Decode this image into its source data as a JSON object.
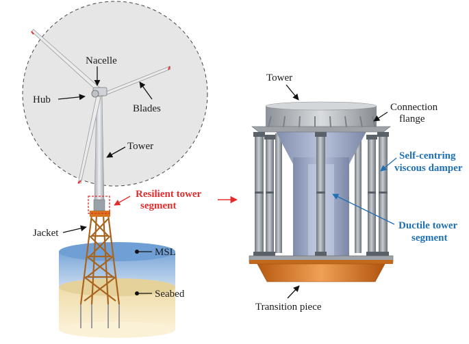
{
  "labels": {
    "nacelle": "Nacelle",
    "hub": "Hub",
    "blades": "Blades",
    "tower_left": "Tower",
    "resilient_line1": "Resilient tower",
    "resilient_line2": "segment",
    "jacket": "Jacket",
    "msl": "MSL",
    "seabed": "Seabed",
    "tower_right": "Tower",
    "connection_line1": "Connection",
    "connection_line2": "flange",
    "damper_line1": "Self-centring",
    "damper_line2": "viscous damper",
    "ductile_line1": "Ductile tower",
    "ductile_line2": "segment",
    "transition": "Transition piece"
  },
  "colors": {
    "highlight_red": "#e52b2b",
    "highlight_blue": "#1f6fb5",
    "water": "#8fb5e0",
    "seabed": "#f3e2b0",
    "jacket": "#c8802e",
    "steel": "#9ea3aa",
    "transition": "#d7731d"
  }
}
